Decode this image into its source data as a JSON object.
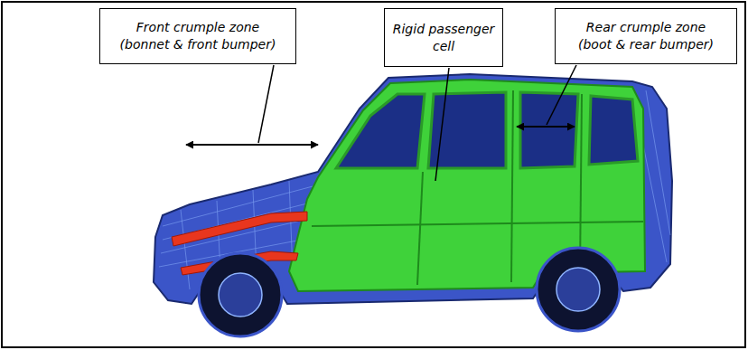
{
  "diagram": {
    "nodes": [
      {
        "text": [
          "Front crumple zone (bonnet & front bumper)"
        ]
      },
      {
        "text": [
          "Rigid passenger cell"
        ]
      },
      {
        "text": [
          "Rear crumple zone (boot & rear bumper)"
        ]
      }
    ]
  }
}
